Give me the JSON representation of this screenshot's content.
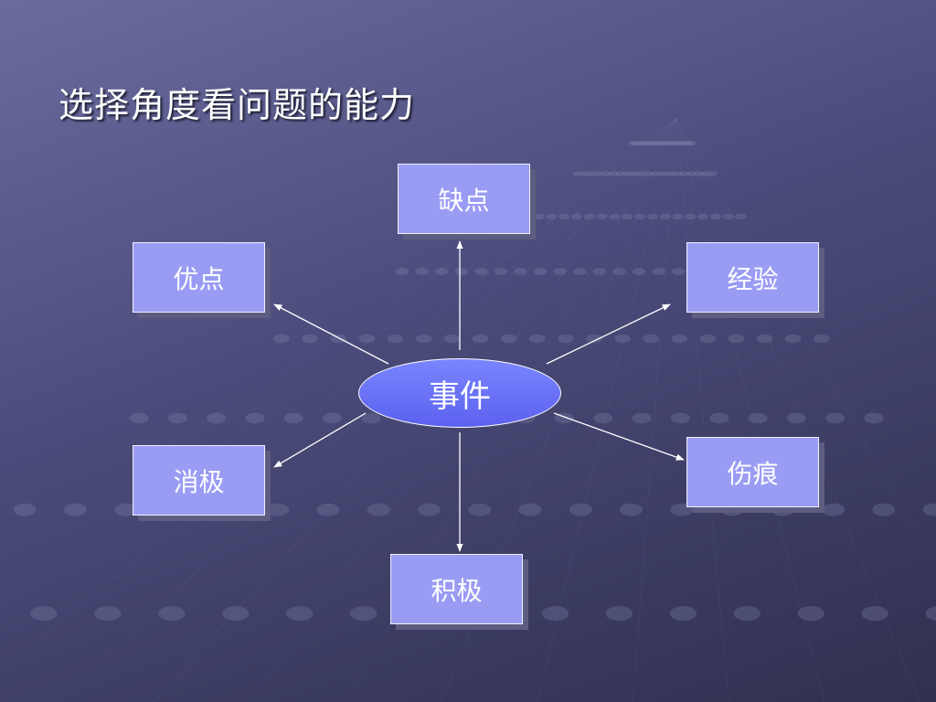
{
  "title": "选择角度看问题的能力",
  "diagram": {
    "center": "事件",
    "nodes": {
      "top": "缺点",
      "upper_left": "优点",
      "upper_right": "经验",
      "lower_left": "消极",
      "lower_right": "伤痕",
      "bottom": "积极"
    }
  },
  "colors": {
    "box_fill": "#9a9cf4",
    "ellipse_fill": "#6b72f8",
    "arrow": "#ffffff"
  }
}
